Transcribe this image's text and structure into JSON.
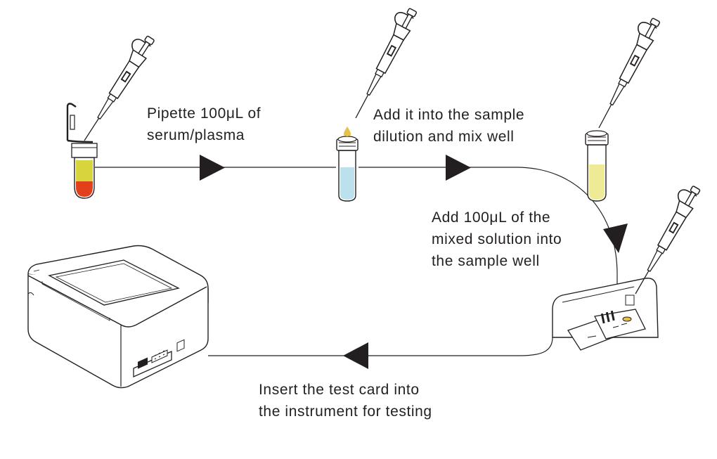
{
  "steps": {
    "step1": {
      "line1": "Pipette 100μL of",
      "line2": "serum/plasma"
    },
    "step2": {
      "line1": "Add it into the sample",
      "line2": "dilution and mix well"
    },
    "step3": {
      "line1": "Add 100μL of the",
      "line2": "mixed solution into",
      "line3": "the sample well"
    },
    "step4": {
      "line1": "Insert the test card into",
      "line2": "the instrument for testing"
    }
  },
  "icons": [
    "pipette-icon",
    "blood-tube-icon",
    "dilution-tube-icon",
    "mixed-tube-icon",
    "test-card-icon",
    "analyzer-instrument-icon",
    "arrow-icon"
  ],
  "colors": {
    "serum": "#d6d63c",
    "blood": "#e2401d",
    "dilution": "#bde1ec",
    "mixed": "#eeea96",
    "line": "#231f20"
  }
}
